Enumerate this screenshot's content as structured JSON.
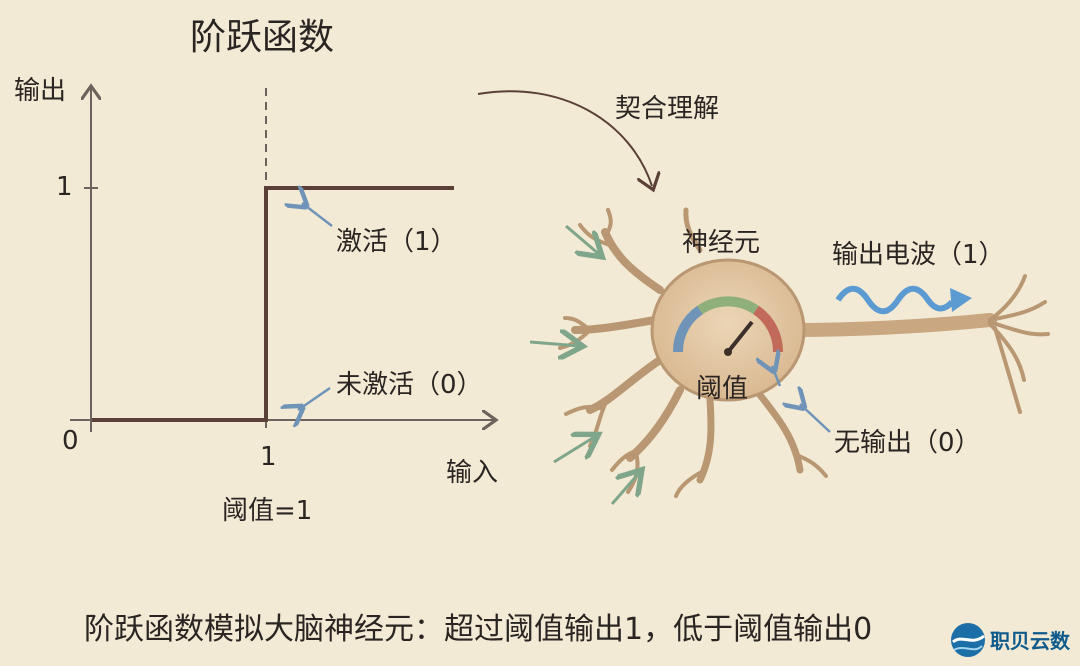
{
  "title": "阶跃函数",
  "graph": {
    "y_label": "输出",
    "x_label": "输入",
    "y_tick_1": "1",
    "origin": "0",
    "x_tick_1": "1",
    "threshold_label": "阈值=1",
    "activated_label": "激活（1）",
    "inactive_label": "未激活（0）",
    "threshold_value": 1,
    "output_low": 0,
    "output_high": 1
  },
  "fit_label": "契合理解",
  "neuron": {
    "label": "神经元",
    "output_wave_label": "输出电波（1）",
    "threshold_label": "阈值",
    "no_output_label": "无输出（0）"
  },
  "caption": "阶跃函数模拟大脑神经元：超过阈值输出1，低于阈值输出0",
  "brand": "职贝云数",
  "colors": {
    "line": "#5a4036",
    "axis": "#6e625c",
    "arrow_blue": "#6f94b8",
    "arrow_green": "#7fa68a",
    "neuron_body": "#e2c7a3",
    "neuron_edge": "#b89772",
    "wave": "#5c9bd1",
    "brand": "#0f5b8c"
  }
}
